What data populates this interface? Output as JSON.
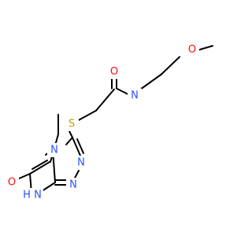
{
  "molecule": {
    "atoms": [
      {
        "id": "O1",
        "label": "O",
        "color": "#ff0d0d"
      },
      {
        "id": "N2",
        "label": "N",
        "color": "#3050f8"
      },
      {
        "id": "O3",
        "label": "O",
        "color": "#ff0d0d"
      },
      {
        "id": "S4",
        "label": "S",
        "color": "#c8a000"
      },
      {
        "id": "N5",
        "label": "N",
        "color": "#3050f8"
      },
      {
        "id": "N6",
        "label": "N",
        "color": "#3050f8"
      },
      {
        "id": "N7",
        "label": "N",
        "color": "#3050f8"
      },
      {
        "id": "N8",
        "label": "N",
        "color": "#3050f8"
      },
      {
        "id": "H9",
        "label": "H",
        "color": "#3050f8"
      },
      {
        "id": "O10",
        "label": "O",
        "color": "#ff0d0d"
      }
    ]
  }
}
